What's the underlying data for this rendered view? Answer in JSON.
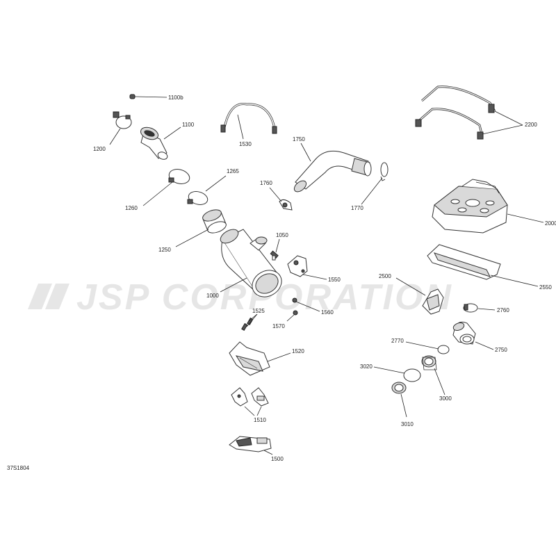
{
  "watermark": "JSP CORPORATION",
  "diagram_id": "37S1804",
  "callouts": {
    "c1100b": "1100b",
    "c1100": "1100",
    "c1200": "1200",
    "c1530": "1530",
    "c1750": "1750",
    "c2200": "2200",
    "c1265": "1265",
    "c1260": "1260",
    "c1760": "1760",
    "c1770": "1770",
    "c2000": "2000",
    "c1250": "1250",
    "c1050": "1050",
    "c1550": "1550",
    "c2550": "2550",
    "c2500": "2500",
    "c1000": "1000",
    "c1560": "1560",
    "c1525": "1525",
    "c1570": "1570",
    "c2760": "2760",
    "c2770": "2770",
    "c2750": "2750",
    "c1520": "1520",
    "c3020": "3020",
    "c3000": "3000",
    "c1510": "1510",
    "c3010": "3010",
    "c1500": "1500"
  }
}
